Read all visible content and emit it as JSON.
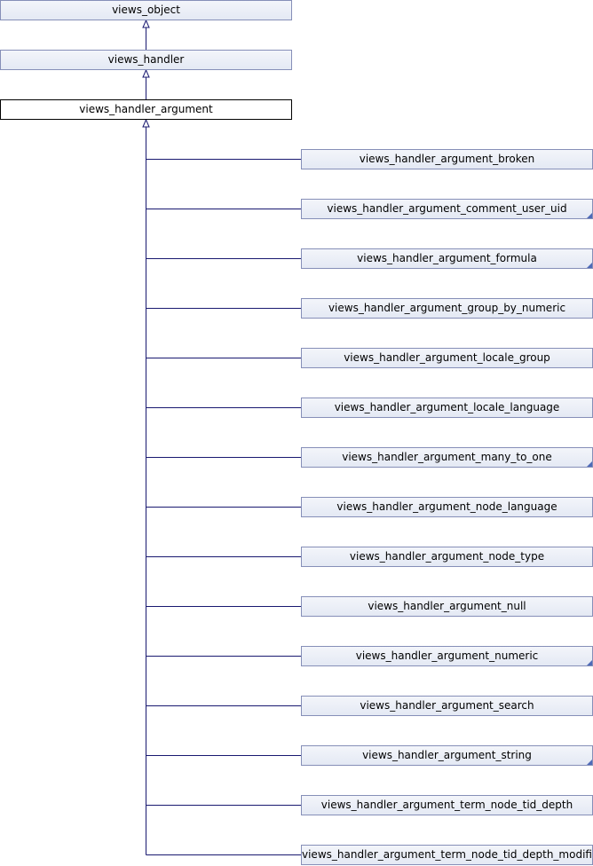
{
  "colors": {
    "edge": "#191970",
    "node_border": "#868fb8",
    "node_fill": "#e4e9f4",
    "current_border": "#000000"
  },
  "ancestors": [
    {
      "label": "views_object"
    },
    {
      "label": "views_handler"
    }
  ],
  "current": {
    "label": "views_handler_argument"
  },
  "children": [
    {
      "label": "views_handler_argument_broken",
      "has_more": false
    },
    {
      "label": "views_handler_argument_comment_user_uid",
      "has_more": true
    },
    {
      "label": "views_handler_argument_formula",
      "has_more": true
    },
    {
      "label": "views_handler_argument_group_by_numeric",
      "has_more": false
    },
    {
      "label": "views_handler_argument_locale_group",
      "has_more": false
    },
    {
      "label": "views_handler_argument_locale_language",
      "has_more": false
    },
    {
      "label": "views_handler_argument_many_to_one",
      "has_more": true
    },
    {
      "label": "views_handler_argument_node_language",
      "has_more": false
    },
    {
      "label": "views_handler_argument_node_type",
      "has_more": false
    },
    {
      "label": "views_handler_argument_null",
      "has_more": false
    },
    {
      "label": "views_handler_argument_numeric",
      "has_more": true
    },
    {
      "label": "views_handler_argument_search",
      "has_more": false
    },
    {
      "label": "views_handler_argument_string",
      "has_more": true
    },
    {
      "label": "views_handler_argument_term_node_tid_depth",
      "has_more": false
    },
    {
      "label": "views_handler_argument_term_node_tid_depth_modifier",
      "has_more": false
    }
  ]
}
